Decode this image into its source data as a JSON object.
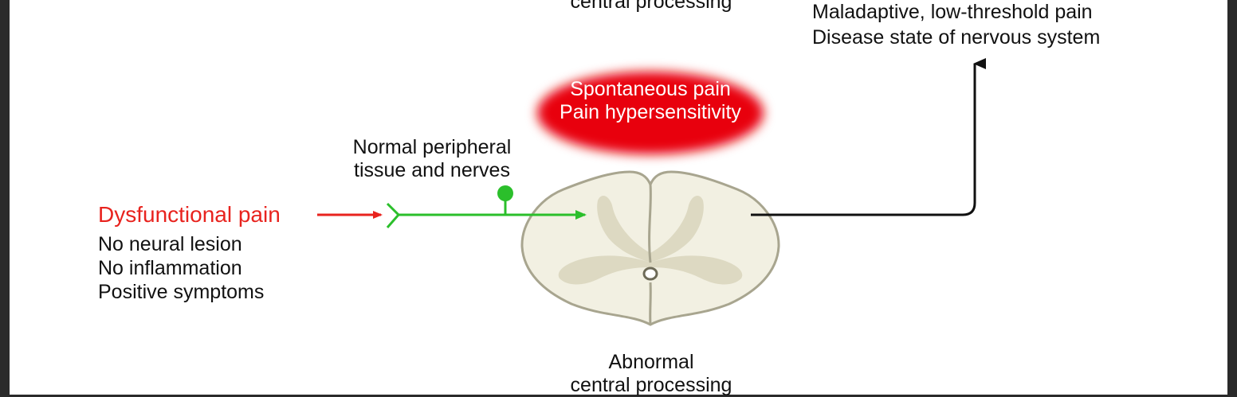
{
  "top_label_cut": "central processing",
  "right_labels": [
    "Maladaptive, low-threshold pain",
    "Disease state of nervous system"
  ],
  "oval": {
    "line1": "Spontaneous pain",
    "line2": "Pain hypersensitivity",
    "color": "#e8000b"
  },
  "peripheral_label": {
    "line1": "Normal peripheral",
    "line2": "tissue and nerves"
  },
  "dysfunctional": {
    "title": "Dysfunctional pain",
    "title_color": "#e8231e",
    "items": [
      "No neural lesion",
      "No inflammation",
      "Positive symptoms"
    ]
  },
  "bottom_label": {
    "line1": "Abnormal",
    "line2": "central processing"
  },
  "colors": {
    "nerve": "#2bbf2b",
    "arrow_red": "#e8231e",
    "cord_fill": "#f2f0e2",
    "grey_matter": "#ddd9c2"
  }
}
